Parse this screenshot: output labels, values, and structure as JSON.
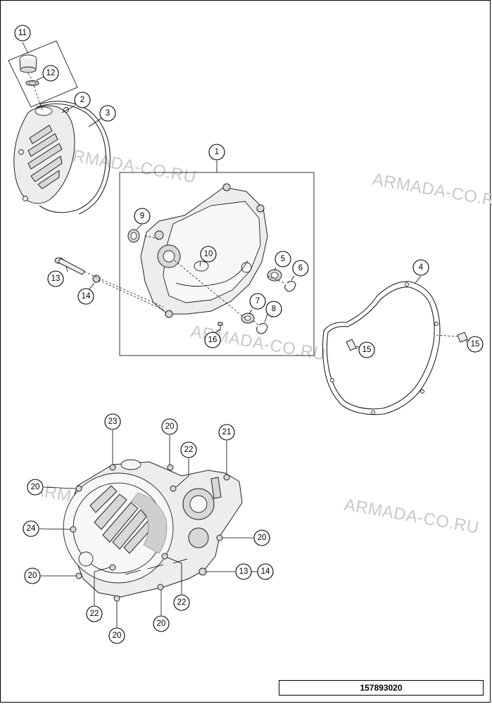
{
  "watermark": "ARMADA-CO.RU",
  "document_number": "157893020",
  "callouts": {
    "c1": "1",
    "c2": "2",
    "c3": "3",
    "c4": "4",
    "c5": "5",
    "c6": "6",
    "c7": "7",
    "c8": "8",
    "c9": "9",
    "c10": "10",
    "c11": "11",
    "c12": "12",
    "c13a": "13",
    "c14a": "14",
    "c15a": "15",
    "c15b": "15",
    "c16": "16",
    "c23": "23",
    "c20a": "20",
    "c22a": "22",
    "c21": "21",
    "c20b": "20",
    "c24": "24",
    "c20c": "20",
    "c20d": "20",
    "c13b": "13",
    "c14b": "14",
    "c22b": "22",
    "c22c": "22",
    "c20e": "20",
    "c20f": "20"
  }
}
